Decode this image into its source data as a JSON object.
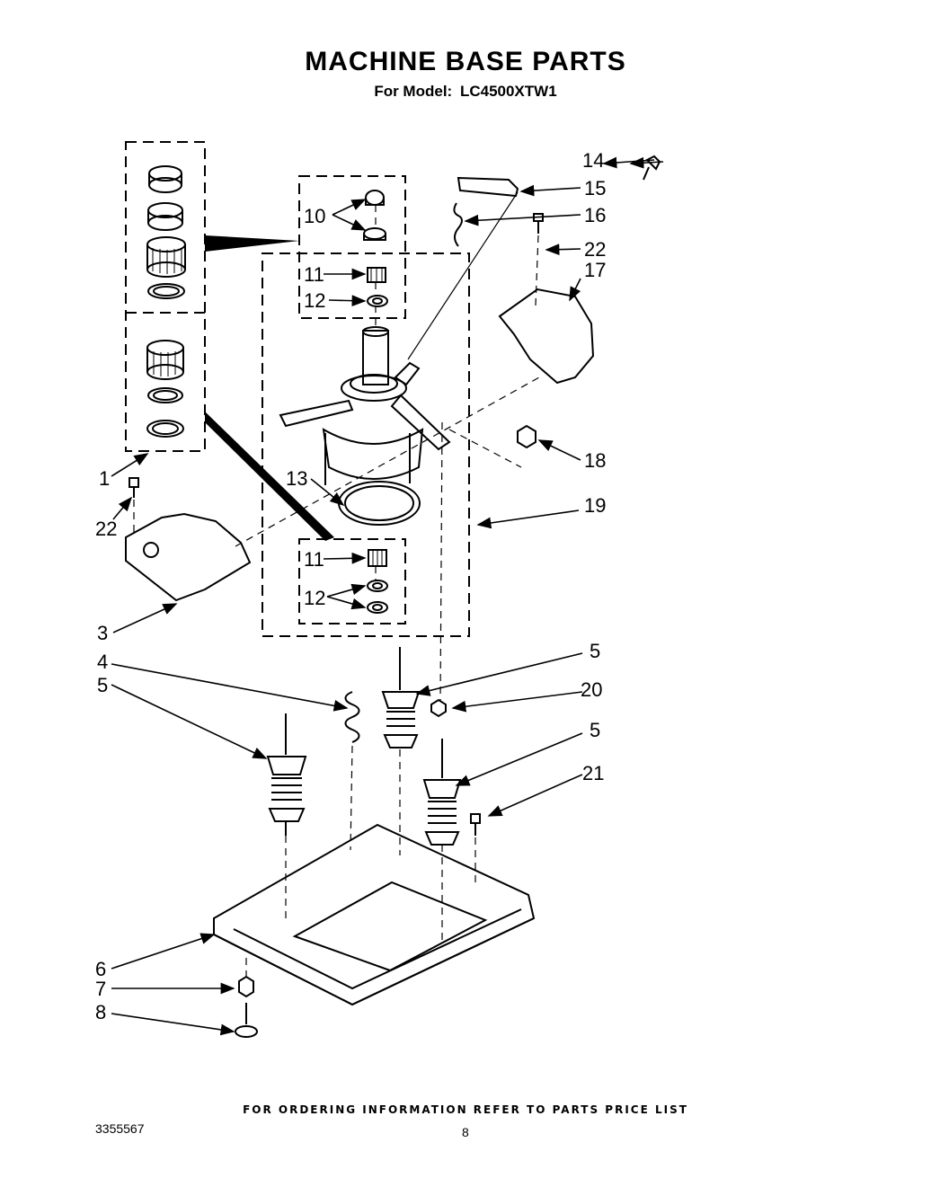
{
  "header": {
    "title": "MACHINE BASE PARTS",
    "model_prefix": "For Model:",
    "model_number": "LC4500XTW1"
  },
  "callouts": {
    "c1": "1",
    "c3": "3",
    "c4": "4",
    "c5a": "5",
    "c5b": "5",
    "c5c": "5",
    "c6": "6",
    "c7": "7",
    "c8": "8",
    "c10": "10",
    "c11a": "11",
    "c11b": "11",
    "c12a": "12",
    "c12b": "12",
    "c13": "13",
    "c14": "14",
    "c15": "15",
    "c16": "16",
    "c17": "17",
    "c18": "18",
    "c19": "19",
    "c20": "20",
    "c21": "21",
    "c22a": "22",
    "c22b": "22"
  },
  "footer": {
    "ordering_note": "FOR ORDERING INFORMATION REFER TO PARTS PRICE LIST",
    "document_number": "3355567",
    "page_number": "8"
  }
}
